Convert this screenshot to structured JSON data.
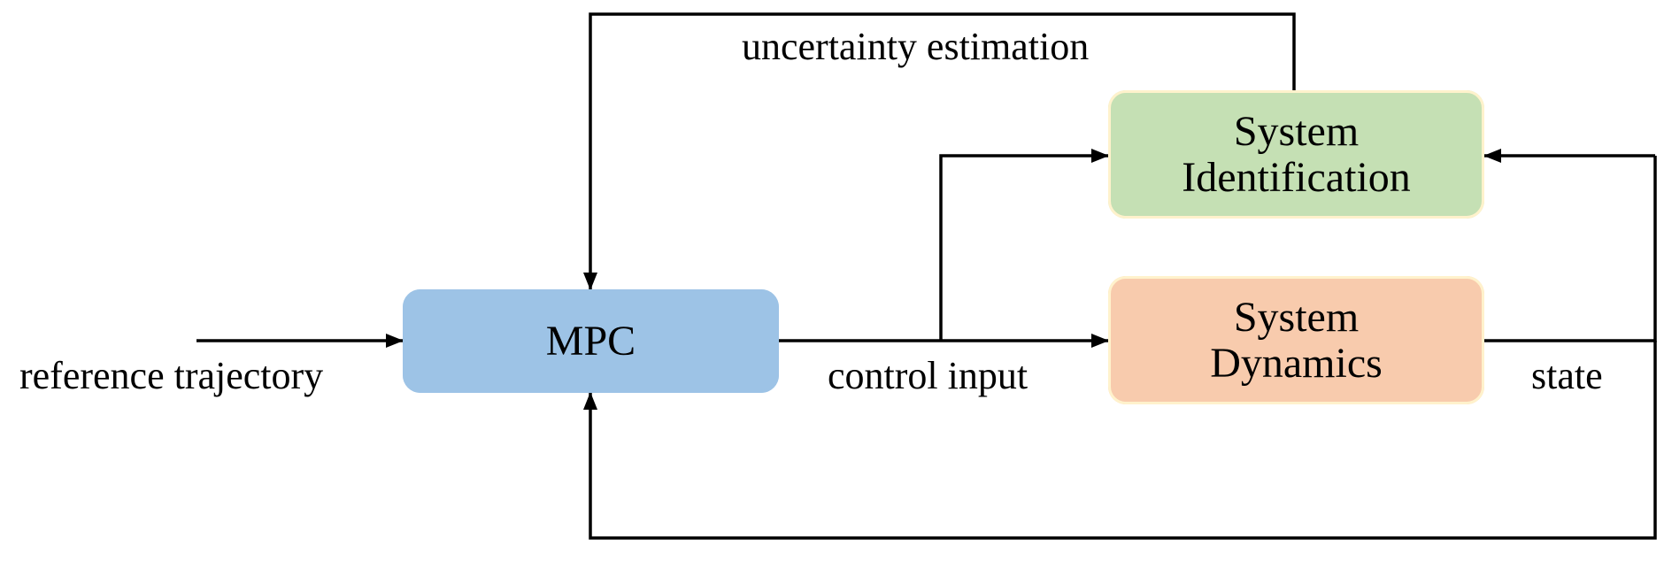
{
  "boxes": {
    "mpc": {
      "label": "MPC",
      "fill": "#9dc3e6"
    },
    "system_identification": {
      "line1": "System",
      "line2": "Identification",
      "fill": "#c5e0b4"
    },
    "system_dynamics": {
      "line1": "System",
      "line2": "Dynamics",
      "fill": "#f8cbad"
    }
  },
  "labels": {
    "uncertainty": "uncertainty estimation",
    "reference": "reference trajectory",
    "control": "control input",
    "state": "state"
  },
  "colors": {
    "line": "#000000",
    "box_border": "#fff2cc"
  }
}
